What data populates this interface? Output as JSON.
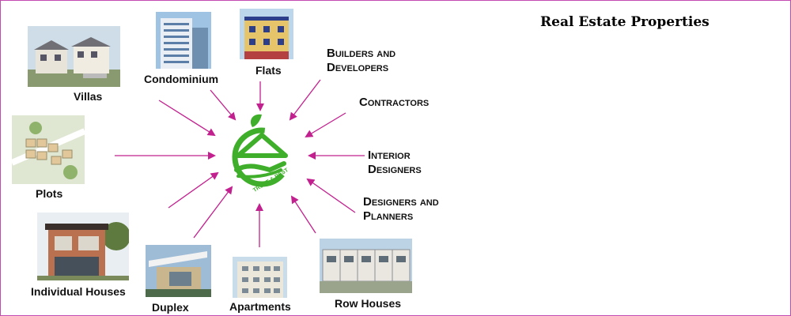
{
  "title": "Real Estate Properties",
  "colors": {
    "arrow": "#c2208e",
    "logo_green": "#3fae2a",
    "border": "#c24ab0"
  },
  "hub": {
    "badge_text": "TRUST & REST",
    "icon": "house-in-hand-logo"
  },
  "inputs": [
    {
      "label": "Villas"
    },
    {
      "label": "Condominium"
    },
    {
      "label": "Flats"
    },
    {
      "label": "Plots"
    },
    {
      "label": "Individual Houses"
    },
    {
      "label": "Duplex"
    },
    {
      "label": "Apartments"
    },
    {
      "label": "Row Houses"
    }
  ],
  "outputs": [
    {
      "line1": "Builders and",
      "line2": "Developers"
    },
    {
      "line1": "Contractors",
      "line2": ""
    },
    {
      "line1": "Interior",
      "line2": "Designers"
    },
    {
      "line1": "Designers and",
      "line2": "Planners"
    }
  ]
}
